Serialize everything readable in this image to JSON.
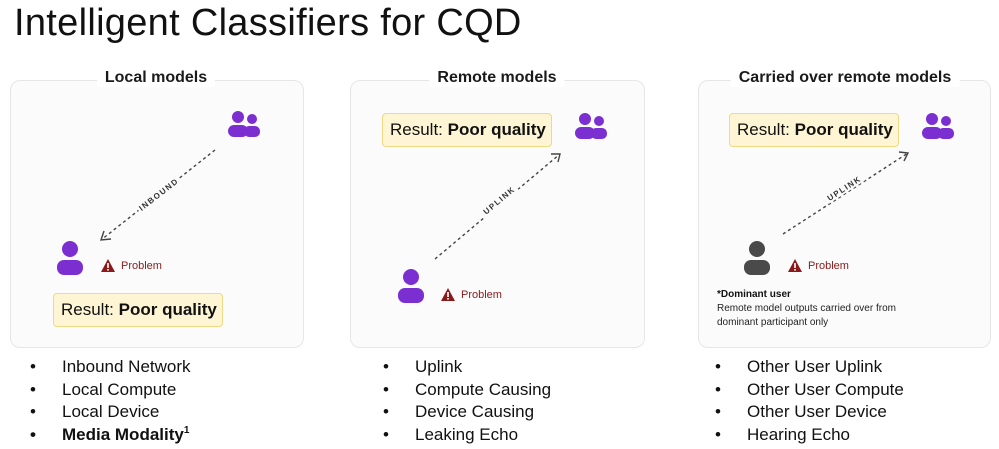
{
  "title": "Intelligent Classifiers for CQD",
  "colors": {
    "user_purple": "#7b2fd0",
    "user_gray": "#4a4a4a",
    "result_fill": "#fdf5d4",
    "result_border": "#efd985",
    "problem_red": "#8a1a1a"
  },
  "panels": [
    {
      "heading": "Local models",
      "result_prefix": "Result: ",
      "result_value": "Poor quality",
      "link_label": "INBOUND",
      "problem": "Problem",
      "bullets": [
        "Inbound Network",
        "Local Compute",
        "Local Device",
        "Media Modality"
      ],
      "footnote_marker": "1"
    },
    {
      "heading": "Remote models",
      "result_prefix": "Result: ",
      "result_value": "Poor quality",
      "link_label": "UPLINK",
      "problem": "Problem",
      "bullets": [
        "Uplink",
        "Compute Causing",
        "Device Causing",
        "Leaking Echo"
      ]
    },
    {
      "heading": "Carried over remote models",
      "result_prefix": "Result: ",
      "result_value": "Poor quality",
      "link_label": "UPLINK",
      "problem": "Problem",
      "dominant_title": "*Dominant user",
      "dominant_text": "Remote model outputs carried over from dominant participant only",
      "bullets": [
        "Other User Uplink",
        "Other User Compute",
        "Other User Device",
        "Hearing Echo"
      ]
    }
  ],
  "icons": {
    "single_user": "single-user-icon",
    "group_users": "group-users-icon",
    "warning": "warning-icon",
    "arrow": "dashed-arrow"
  }
}
